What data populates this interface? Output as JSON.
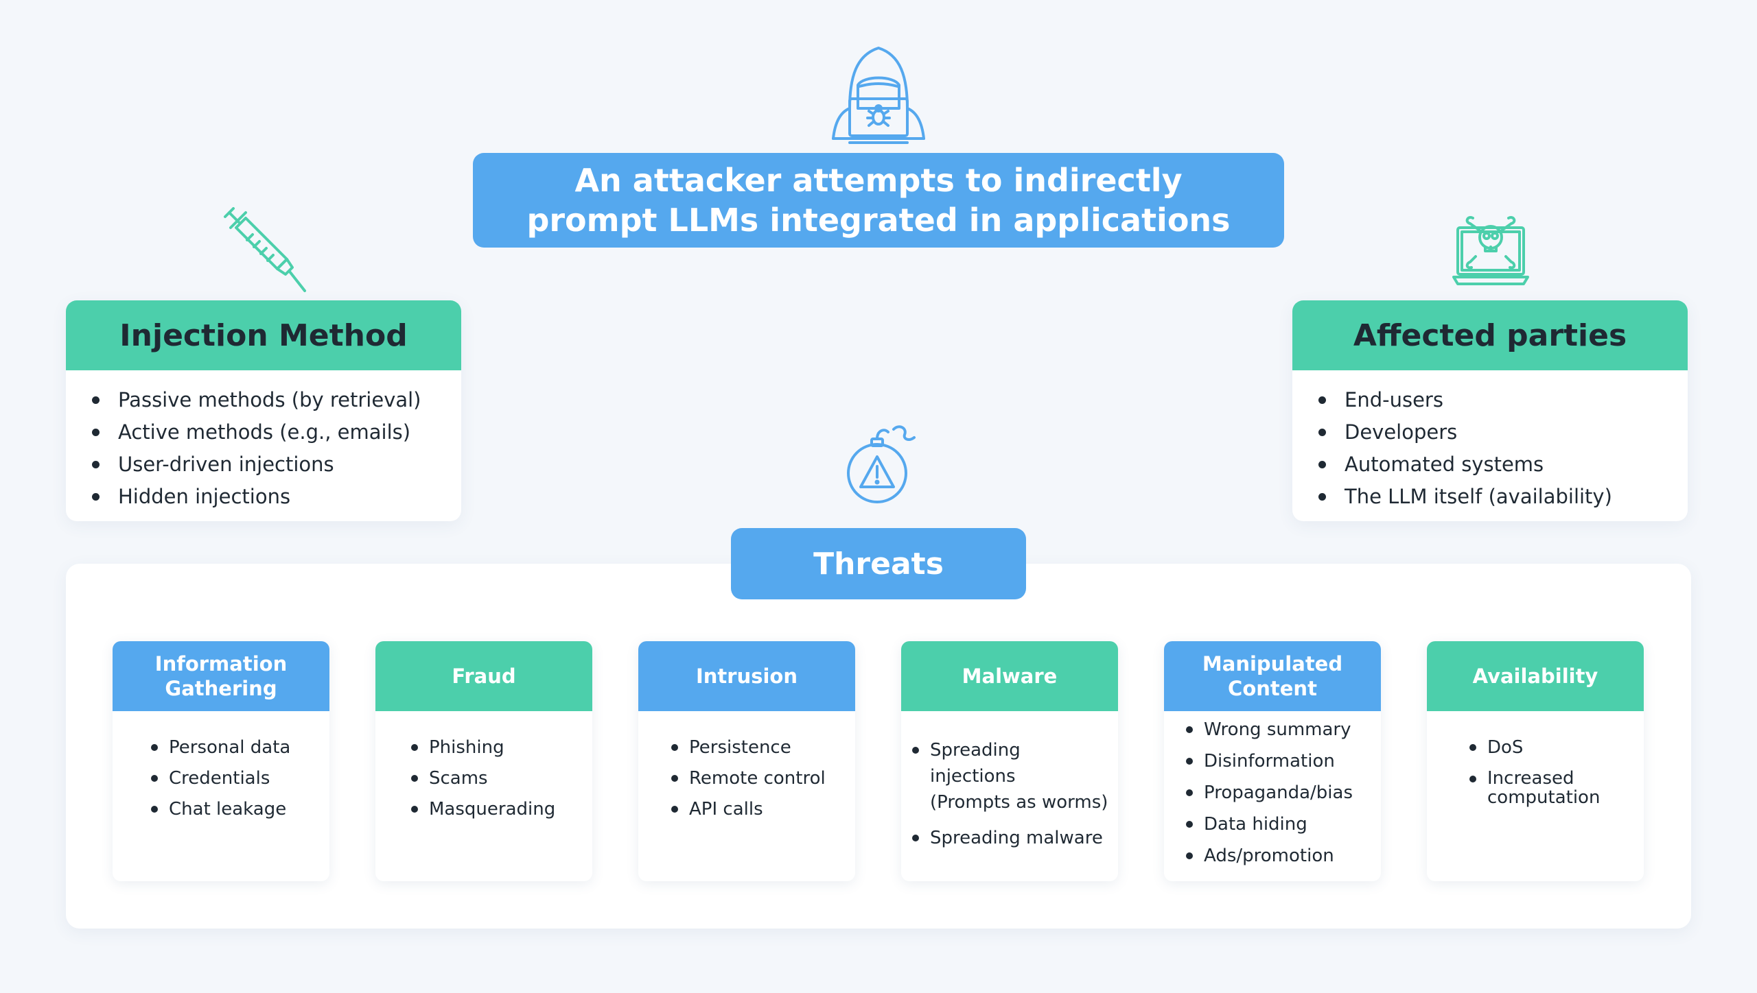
{
  "top": {
    "title": "An attacker attempts to indirectly\nprompt LLMs integrated in applications",
    "icon": "hacker-laptop-icon"
  },
  "injection_method": {
    "title": "Injection Method",
    "icon": "syringe-icon",
    "items": [
      "Passive methods (by retrieval)",
      "Active methods (e.g., emails)",
      "User-driven injections",
      "Hidden injections"
    ]
  },
  "affected_parties": {
    "title": "Affected parties",
    "icon": "skull-laptop-icon",
    "items": [
      "End-users",
      "Developers",
      "Automated systems",
      "The LLM itself (availability)"
    ]
  },
  "threats": {
    "title": "Threats",
    "icon": "bomb-warning-icon",
    "categories": [
      {
        "title": "Information\nGathering",
        "items": [
          "Personal data",
          "Credentials",
          "Chat leakage"
        ]
      },
      {
        "title": "Fraud",
        "items": [
          "Phishing",
          "Scams",
          "Masquerading"
        ]
      },
      {
        "title": "Intrusion",
        "items": [
          "Persistence",
          "Remote control",
          "API calls"
        ]
      },
      {
        "title": "Malware",
        "items": [
          "Spreading injections\n(Prompts as worms)",
          "Spreading malware"
        ]
      },
      {
        "title": "Manipulated\nContent",
        "items": [
          "Wrong summary",
          "Disinformation",
          "Propaganda/bias",
          "Data hiding",
          "Ads/promotion"
        ]
      },
      {
        "title": "Availability",
        "items": [
          "DoS",
          "Increased\ncomputation"
        ]
      }
    ]
  },
  "colors": {
    "blue": "#55a8ee",
    "green": "#4ccfab",
    "background": "#f4f7fb",
    "text": "#1f2933"
  }
}
